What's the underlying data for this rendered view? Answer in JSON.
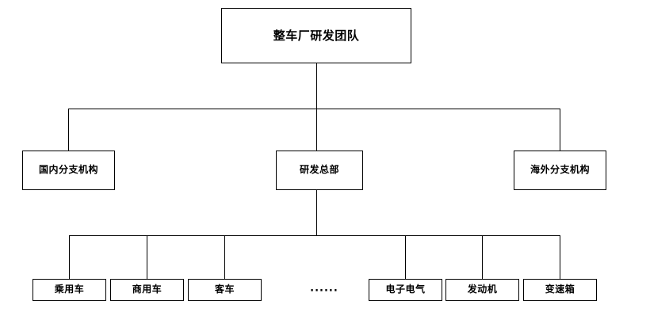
{
  "diagram": {
    "type": "organization-chart",
    "orientation": "top-down",
    "line_color": "#000000",
    "box_border_color": "#000000",
    "box_fill_color": "#ffffff",
    "background_color": "#ffffff",
    "root": {
      "label": "整车厂研发团队"
    },
    "level2": [
      {
        "label": "国内分支机构"
      },
      {
        "label": "研发总部"
      },
      {
        "label": "海外分支机构"
      }
    ],
    "level3_parent": "研发总部",
    "level3": [
      {
        "label": "乘用车"
      },
      {
        "label": "商用车"
      },
      {
        "label": "客车"
      },
      {
        "label": "电子电气"
      },
      {
        "label": "发动机"
      },
      {
        "label": "变速箱"
      }
    ],
    "ellipsis": "······"
  }
}
